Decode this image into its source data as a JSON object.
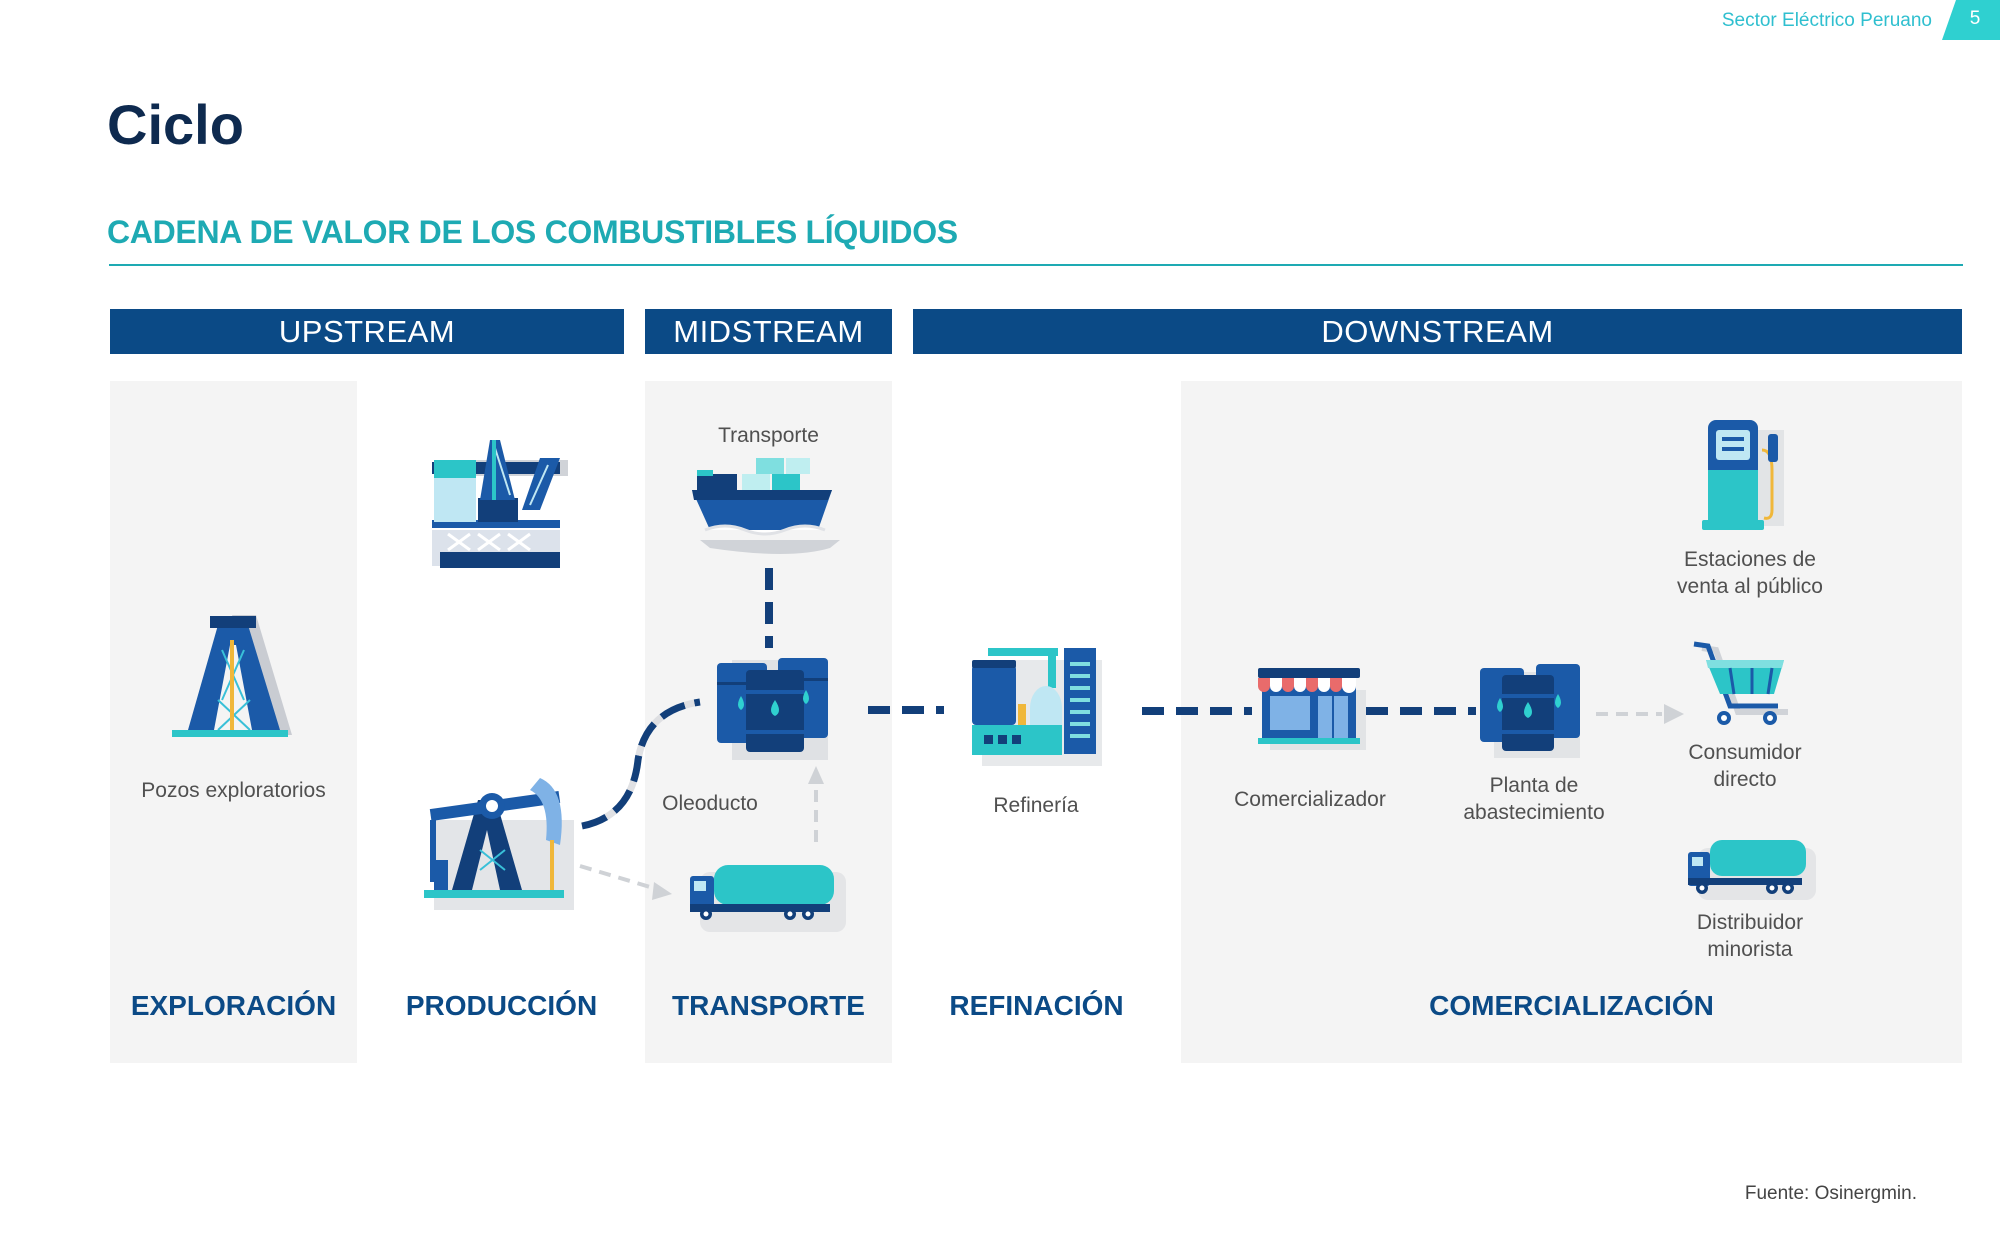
{
  "header": {
    "org": "Sector Eléctrico Peruano",
    "page": "5"
  },
  "title": "Ciclo",
  "subtitle": "CADENA DE VALOR DE LOS COMBUSTIBLES LÍQUIDOS",
  "bands": {
    "upstream": "UPSTREAM",
    "midstream": "MIDSTREAM",
    "downstream": "DOWNSTREAM"
  },
  "stages": {
    "exploracion": "EXPLORACIÓN",
    "produccion": "PRODUCCIÓN",
    "transporte": "TRANSPORTE",
    "refinacion": "REFINACIÓN",
    "comercializacion": "COMERCIALIZACIÓN"
  },
  "labels": {
    "pozos": "Pozos exploratorios",
    "transporte": "Transporte",
    "oleoducto": "Oleoducto",
    "refineria": "Refinería",
    "comercializador": "Comercializador",
    "planta_1": "Planta de",
    "planta_2": "abastecimiento",
    "estaciones_1": "Estaciones de",
    "estaciones_2": "venta al público",
    "consumidor_1": "Consumidor",
    "consumidor_2": "directo",
    "distribuidor_1": "Distribuidor",
    "distribuidor_2": "minorista"
  },
  "source": "Fuente: Osinergmin.",
  "icons": [
    "exploration-rig-icon",
    "offshore-platform-icon",
    "pumpjack-icon",
    "ship-icon",
    "storage-tanks-icon",
    "tanker-truck-icon",
    "refinery-icon",
    "store-icon",
    "fuel-pump-icon",
    "shopping-cart-icon"
  ],
  "colors": {
    "navy": "#0b4a86",
    "dark": "#0e2a4f",
    "teal": "#1eaab3",
    "aqua": "#2fd0d0",
    "panel": "#f4f4f4"
  }
}
